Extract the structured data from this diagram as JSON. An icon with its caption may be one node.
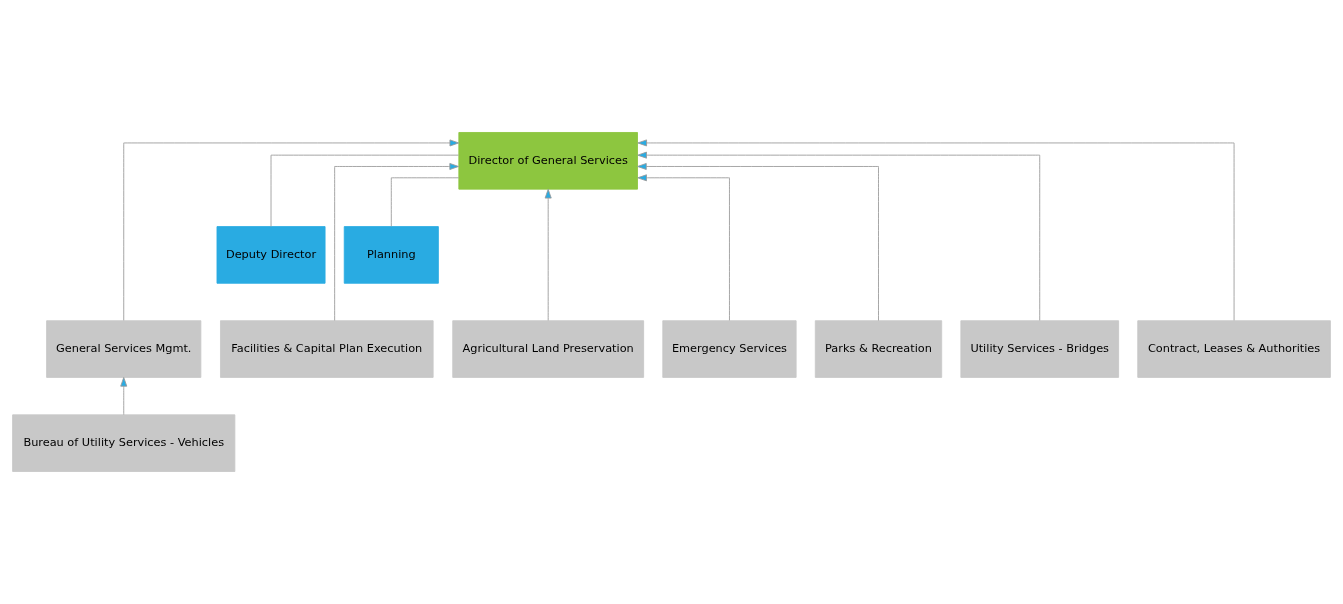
{
  "diagram": {
    "nodes": [
      {
        "text": [
          "Director of General Services"
        ]
      },
      {
        "text": [
          "Deputy Director"
        ]
      },
      {
        "text": [
          "Planning"
        ]
      },
      {
        "text": [
          "General Services Mgmt."
        ]
      },
      {
        "text": [
          "Facilities & Capital Plan Execution"
        ]
      },
      {
        "text": [
          "Agricultural Land Preservation"
        ]
      },
      {
        "text": [
          "Emergency Services"
        ]
      },
      {
        "text": [
          "Parks & Recreation"
        ]
      },
      {
        "text": [
          "Utility Services - Bridges"
        ]
      },
      {
        "text": [
          "Contract, Leases & Authorities"
        ]
      },
      {
        "text": [
          "Bureau of Utility Services - Vehicles"
        ]
      }
    ],
    "edges": [
      {
        "from": 1,
        "to": 0,
        "arrow": "none"
      },
      {
        "from": 2,
        "to": 0,
        "arrow": "none"
      },
      {
        "from": 3,
        "to": 0,
        "arrow": "to"
      },
      {
        "from": 4,
        "to": 0,
        "arrow": "to"
      },
      {
        "from": 5,
        "to": 0,
        "arrow": "to"
      },
      {
        "from": 6,
        "to": 0,
        "arrow": "to"
      },
      {
        "from": 7,
        "to": 0,
        "arrow": "to"
      },
      {
        "from": 8,
        "to": 0,
        "arrow": "to"
      },
      {
        "from": 9,
        "to": 0,
        "arrow": "to"
      },
      {
        "from": 10,
        "to": 3,
        "arrow": "to"
      }
    ]
  }
}
